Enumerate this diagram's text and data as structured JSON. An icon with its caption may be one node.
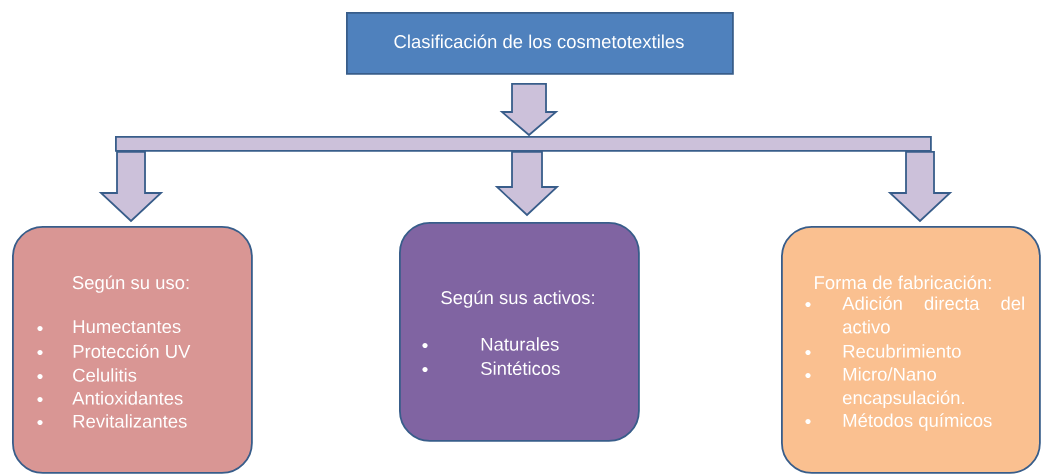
{
  "diagram": {
    "nodes": [
      {
        "text": [
          "Clasificación de los cosmetotextiles"
        ]
      },
      {
        "text": [],
        "shape": "bar"
      },
      {
        "text": [
          "Según su uso:",
          "Humectantes",
          "Protección UV",
          "Celulitis",
          "Antioxidantes",
          "Revitalizantes"
        ]
      },
      {
        "text": [
          "Según sus activos:",
          "Naturales",
          "Sintéticos"
        ]
      },
      {
        "text": [
          "Forma de fabricación:",
          "Adición directa del activo",
          "Recubrimiento",
          "Micro/Nano encapsulación.",
          "Métodos químicos"
        ]
      }
    ],
    "edges": [
      {
        "from": 0,
        "to": 1,
        "arrow": "to"
      },
      {
        "from": 1,
        "to": 2,
        "arrow": "to"
      },
      {
        "from": 1,
        "to": 3,
        "arrow": "to"
      },
      {
        "from": 1,
        "to": 4,
        "arrow": "to"
      }
    ]
  }
}
